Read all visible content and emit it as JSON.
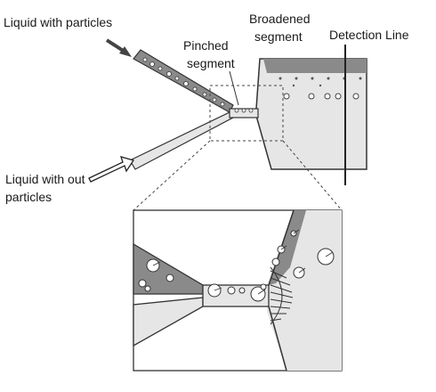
{
  "labels": {
    "liquid_with_particles": "Liquid with particles",
    "broadened_segment_l1": "Broadened",
    "broadened_segment_l2": "segment",
    "pinched_segment_l1": "Pinched",
    "pinched_segment_l2": "segment",
    "detection_line": "Detection Line",
    "liquid_without_l1": "Liquid with out",
    "liquid_without_l2": "particles"
  },
  "colors": {
    "outline": "#333333",
    "dark_fluid": "#8a8a8a",
    "light_fluid": "#e6e6e6",
    "particle": "#ffffff"
  }
}
